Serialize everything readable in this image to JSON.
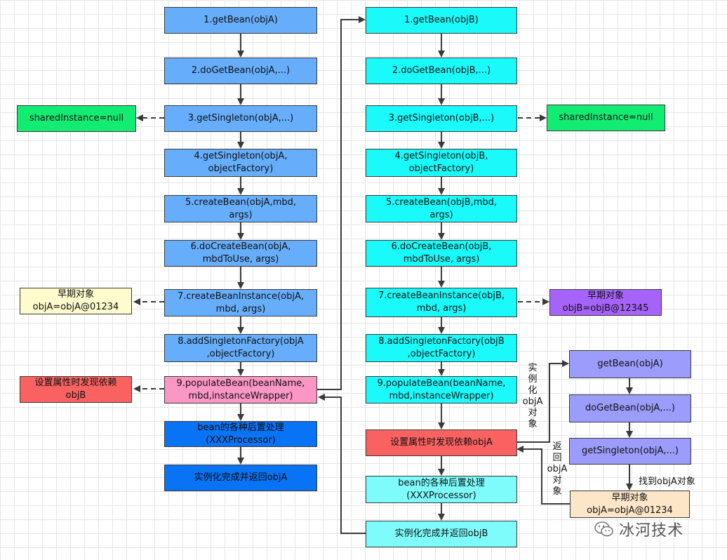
{
  "left_column": {
    "n1": "1.getBean(objA)",
    "n2": "2.doGetBean(objA,...)",
    "n3": "3.getSingleton(objA,...)",
    "n4": "4.getSingleton(objA,\nobjectFactory)",
    "n5": "5.createBean(objA,mbd,\nargs)",
    "n6": "6.doCreateBean(objA,\nmbdToUse, args)",
    "n7": "7.createBeanInstance(objA,\nmbd, args)",
    "n8": "8.addSingletonFactory(objA\n,objectFactory)",
    "n9": "9.populateBean(beanName,\nmbd,instanceWrapper)",
    "n10": "bean的各种后置处理\n(XXXProcessor)",
    "n11": "实例化完成并返回objA"
  },
  "left_side": {
    "shared": "sharedInstance=null",
    "early": "早期对象\nobjA=objA@01234",
    "dep": "设置属性时发现依赖\nobjB"
  },
  "right_column": {
    "n1": "1.getBean(objB)",
    "n2": "2.doGetBean(objB,...)",
    "n3": "3.getSingleton(objB,...)",
    "n4": "4.getSingleton(objB,\nobjectFactory)",
    "n5": "5.createBean(objB,mbd,\nargs)",
    "n6": "6.doCreateBean(objB,\nmbdToUse, args)",
    "n7": "7.createBeanInstance(objB,\nmbd, args)",
    "n8": "8.addSingletonFactory(objB\n,objectFactory)",
    "n9": "9.populateBean(beanName,\nmbd,instanceWrapper)",
    "dep": "设置属性时发现依赖objA",
    "n10": "bean的各种后置处理\n(XXXProcessor)",
    "n11": "实例化完成并返回objB"
  },
  "right_side": {
    "shared": "sharedInstance=null",
    "early": "早期对象\nobjB=objB@12345"
  },
  "nested": {
    "get": "getBean(objA)",
    "doget": "doGetBean(objA,...)",
    "single": "getSingleton(objA,...)",
    "early": "早期对象\nobjA=objA@01234"
  },
  "labels": {
    "instantiate": "实\n例\n化\nobjA\n对\n象",
    "return": "返\n回\nobjA\n对\n象",
    "found": "找到objA对象"
  },
  "watermark": {
    "text": "冰河技术"
  },
  "colors": {
    "blue": "#66aefc",
    "cyan": "#1afafa",
    "green": "#12ec72",
    "yellow": "#fefbcc",
    "pink": "#fb96c5",
    "red": "#fa6262",
    "purple": "#a663f9",
    "lavender": "#9b9cfb",
    "peach": "#fde6c8",
    "dark_blue": "#0874f5",
    "arrow": "#3a3a3a"
  }
}
